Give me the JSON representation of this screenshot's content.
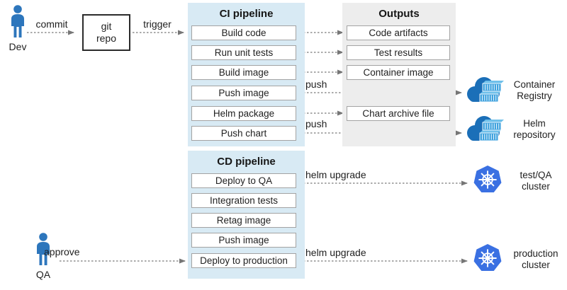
{
  "actors": {
    "dev": {
      "label": "Dev"
    },
    "qa": {
      "label": "QA"
    }
  },
  "git_repo": {
    "label": "git\nrepo"
  },
  "ci": {
    "title": "CI pipeline",
    "steps": [
      "Build code",
      "Run unit tests",
      "Build image",
      "Push image",
      "Helm package",
      "Push chart"
    ]
  },
  "outputs": {
    "title": "Outputs",
    "items": [
      "Code artifacts",
      "Test results",
      "Container image",
      "Chart archive file"
    ]
  },
  "cd": {
    "title": "CD pipeline",
    "steps": [
      "Deploy to QA",
      "Integration tests",
      "Retag image",
      "Push image",
      "Deploy to production"
    ]
  },
  "labels": {
    "commit": "commit",
    "trigger": "trigger",
    "push_image": "push",
    "push_chart": "push",
    "helm_upgrade_qa": "helm upgrade",
    "helm_upgrade_prod": "helm upgrade",
    "approve": "approve"
  },
  "nodes": {
    "container_registry": {
      "label": "Container\nRegistry"
    },
    "helm_repository": {
      "label": "Helm\nrepository"
    },
    "test_qa_cluster": {
      "label": "test/QA\ncluster"
    },
    "production_cluster": {
      "label": "production\ncluster"
    }
  },
  "colors": {
    "pipeline_bg": "#d8eaf4",
    "outputs_bg": "#ededed",
    "box_border": "#a3a3a3",
    "arrow": "#8f8f8f",
    "person_blue": "#2d76bc",
    "registry_cloud": "#1b6fb8",
    "registry_container": "#41a3de",
    "kubernetes_blue": "#3a70e2"
  }
}
